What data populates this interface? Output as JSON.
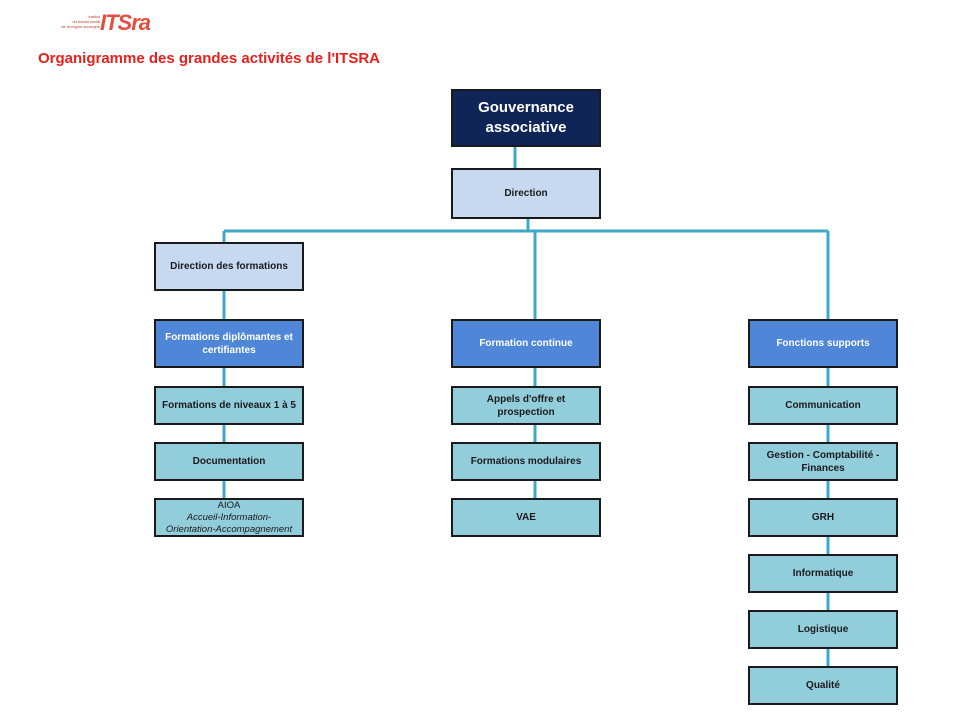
{
  "logo": {
    "small_text": "institut\ndu travail social\nde la région auvergne",
    "mark": "ITSra"
  },
  "title": "Organigramme des grandes activités de l'ITSRA",
  "nodes": {
    "gouvernance": [
      "Gouvernance",
      "associative"
    ],
    "direction": "Direction",
    "direction_formations": "Direction des formations",
    "formations_diplomantes": [
      "Formations diplômantes et",
      "certifiantes"
    ],
    "niveaux": "Formations de niveaux 1 à 5",
    "documentation": "Documentation",
    "aioa_title": "AIOA",
    "aioa_sub": "Accueil-Information-Orientation-Accompagnement",
    "formation_continue": "Formation continue",
    "appels": "Appels d'offre et prospection",
    "modulaires": "Formations modulaires",
    "vae": "VAE",
    "fonctions_supports": "Fonctions supports",
    "communication": "Communication",
    "gestion": [
      "Gestion - Comptabilité -",
      "Finances"
    ],
    "grh": "GRH",
    "informatique": "Informatique",
    "logistique": "Logistique",
    "qualite": "Qualité"
  },
  "colors": {
    "connector": "#3fa8c8",
    "dark": "#0f2557",
    "light": "#c6d9f1",
    "mid": "#4f86d8",
    "teal": "#92cddc",
    "title": "#e8201c"
  }
}
